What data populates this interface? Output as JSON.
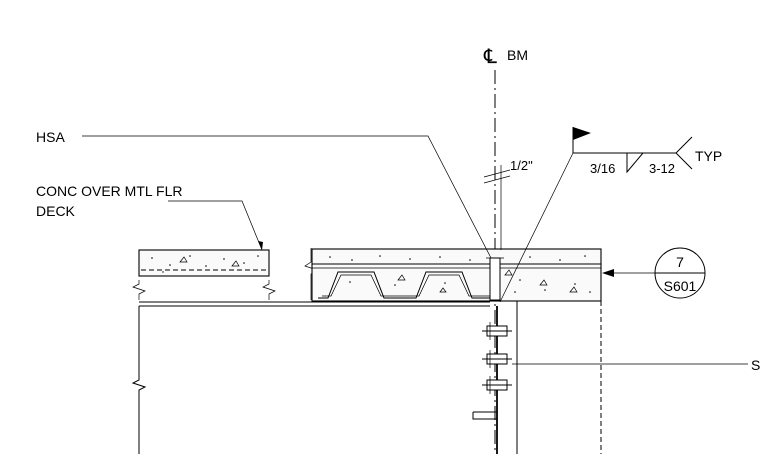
{
  "labels": {
    "centerline_symbol": "℄",
    "centerline": "BM",
    "hsa": "HSA",
    "deck_line1": "CONC OVER MTL FLR",
    "deck_line2": "DECK",
    "offset": "1/2\"",
    "weld_size": "3/16",
    "weld_length": "3-12",
    "weld_typ": "TYP",
    "right_edge": "S"
  },
  "section_marker": {
    "number": "7",
    "sheet": "S601"
  }
}
